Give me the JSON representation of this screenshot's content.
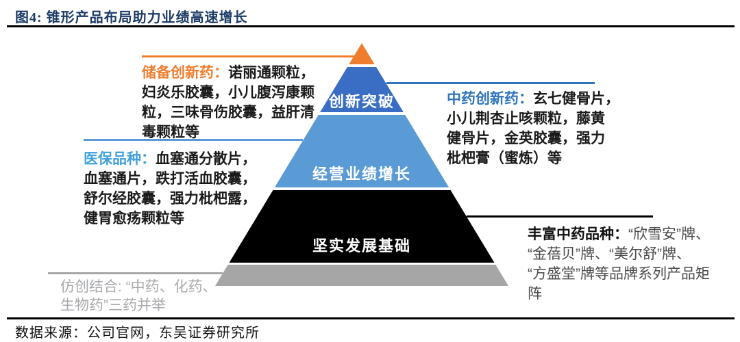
{
  "figure": {
    "title": "图4:  锥形产品布局助力业绩高速增长",
    "source": "数据来源：公司官网，东吴证券研究所"
  },
  "pyramid": {
    "levels": [
      {
        "name": "tip",
        "label": "",
        "color": "#EE7D2E"
      },
      {
        "name": "innovation-breakthrough",
        "label": "创新突破",
        "color": "#3A6DC4"
      },
      {
        "name": "operating-growth",
        "label": "经营业绩增长",
        "color": "#5B9BD5"
      },
      {
        "name": "solid-foundation",
        "label": "坚实发展基础",
        "color": "#000000"
      },
      {
        "name": "base",
        "label": "",
        "color": "#A6A6A6"
      }
    ]
  },
  "annotations": {
    "reserve": {
      "label": "储备创新药：",
      "text": "诺丽通颗粒，\n妇炎乐胶囊，小儿腹泻康颗\n粒，三味骨伤胶囊，益肝清\n毒颗粒等",
      "color": "#EE7D2E"
    },
    "tcm_innovation": {
      "label": "中药创新药：",
      "text": "玄七健骨片，\n小儿荆杏止咳颗粒，藤黄\n健骨片，金英胶囊，强力\n枇杷膏（蜜炼）等",
      "color": "#2E74BE"
    },
    "medical_insurance": {
      "label": "医保品种：",
      "text": "血塞通分散片，\n血塞通片，跌打活血胶囊，\n舒尔经胶囊，强力枇杷露，\n健胃愈疡颗粒等",
      "color": "#41A0DC"
    },
    "rich_tcm": {
      "label": "丰富中药品种：",
      "text": "“欣雪安”牌、\n“金蓓贝”牌、“美尔舒”牌、\n“方盛堂”牌等品牌系列产品矩\n阵",
      "color": "#111111"
    },
    "imitation_innovation": {
      "label": "仿创结合: ",
      "text": "“中药、化药、\n生物药”三药并举",
      "color": "#A7A9AC"
    }
  },
  "colors": {
    "title_navy": "#1B3A66",
    "rule_black": "#000000",
    "tip_orange": "#EE7D2E",
    "dark_blue": "#3A6DC4",
    "light_blue": "#5B9BD5",
    "foundation_black": "#000000",
    "base_gray": "#A6A6A6"
  }
}
